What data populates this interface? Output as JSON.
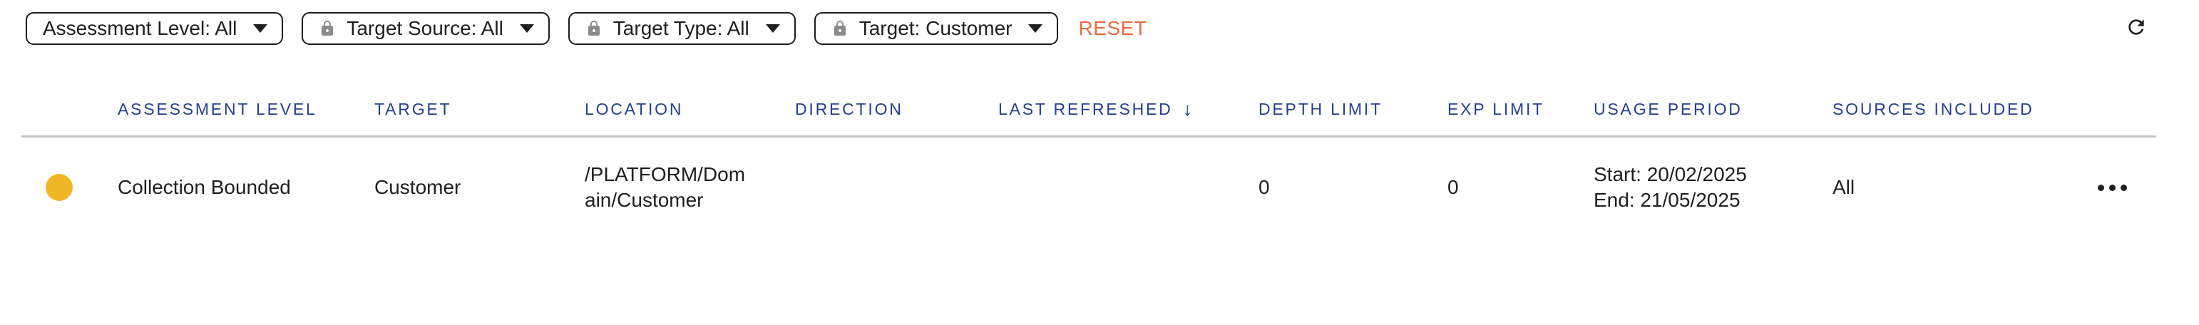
{
  "filters": {
    "chips": [
      {
        "label": "Assessment Level: All",
        "locked": false
      },
      {
        "label": "Target Source: All",
        "locked": true
      },
      {
        "label": "Target Type: All",
        "locked": true
      },
      {
        "label": "Target: Customer",
        "locked": true
      }
    ],
    "reset_label": "RESET"
  },
  "table": {
    "columns": [
      "ASSESSMENT LEVEL",
      "TARGET",
      "LOCATION",
      "DIRECTION",
      "LAST REFRESHED",
      "DEPTH LIMIT",
      "EXP LIMIT",
      "USAGE PERIOD",
      "SOURCES INCLUDED"
    ],
    "sort": {
      "column": "LAST REFRESHED",
      "direction": "desc",
      "arrow": "↓"
    },
    "rows": [
      {
        "status_color": "#F0B725",
        "status_name": "yellow-status",
        "assessment_level": "Collection Bounded",
        "target": "Customer",
        "location": "/PLATFORM/Domain/Customer",
        "direction": "",
        "last_refreshed": "",
        "depth_limit": "0",
        "exp_limit": "0",
        "usage_period": {
          "start": "Start: 20/02/2025",
          "end": "End: 21/05/2025"
        },
        "sources_included": "All"
      }
    ]
  },
  "colors": {
    "header_text": "#24418E",
    "reset_link": "#E96A3F",
    "status_yellow": "#F0B725",
    "divider": "#c4c4c4",
    "lock_icon": "#8b8b8b",
    "body_text": "#1f1f1f"
  },
  "icons": {
    "refresh": "refresh-icon",
    "lock": "lock-icon",
    "caret": "chevron-down-icon",
    "more": "more-options-icon"
  }
}
